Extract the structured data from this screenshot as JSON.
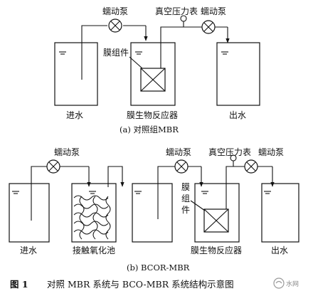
{
  "diagram_a": {
    "pump1": "蠕动泵",
    "vacuum_gauge": "真空压力表",
    "pump2": "蠕动泵",
    "membrane_module": "膜组件",
    "inlet_label": "进水",
    "reactor_label": "膜生物反应器",
    "outlet_label": "出水",
    "caption": "(a) 对照组MBR"
  },
  "diagram_b": {
    "pump1": "蠕动泵",
    "pump2": "蠕动泵",
    "vacuum_gauge": "真空压力表",
    "pump3": "蠕动泵",
    "membrane_module_1": "膜",
    "membrane_module_2": "组",
    "membrane_module_3": "件",
    "inlet_label": "进水",
    "contact_tank_label": "接触氧化池",
    "reactor_label": "膜生物反应器",
    "outlet_label": "出水",
    "caption": "(b) BCOR-MBR"
  },
  "figure_caption": {
    "number": "图 1",
    "text": "对照 MBR 系统与 BCO-MBR 系统结构示意图"
  },
  "watermark": "水网"
}
